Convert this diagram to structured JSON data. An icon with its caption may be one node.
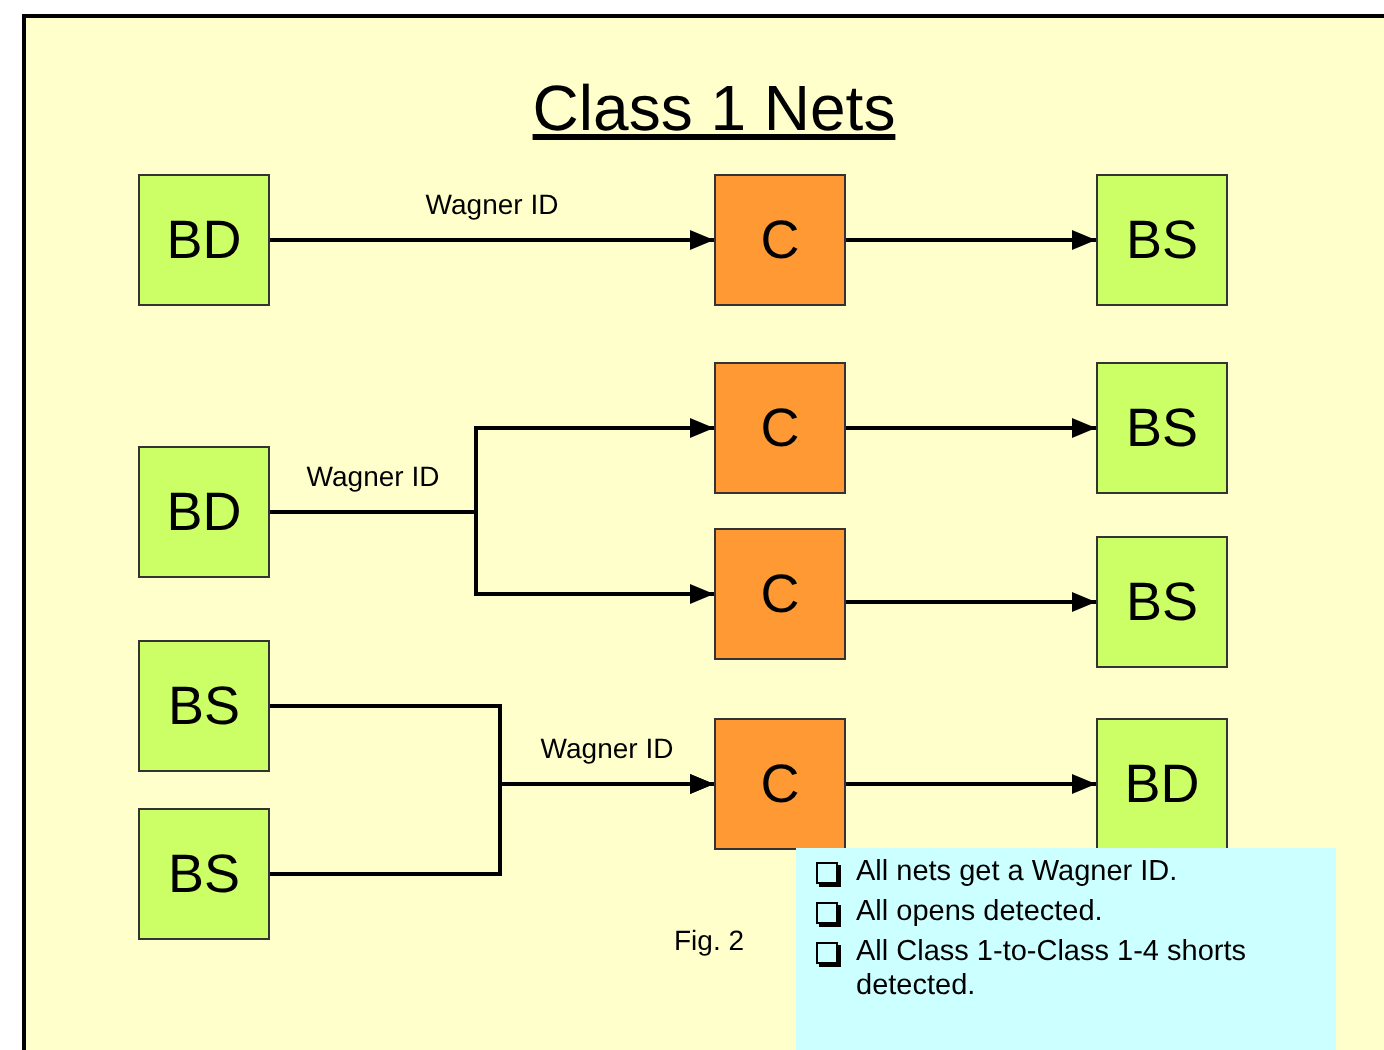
{
  "diagram": {
    "title": "Class 1 Nets",
    "nodes": [
      {
        "text": [
          "BD"
        ]
      },
      {
        "text": [
          "C"
        ]
      },
      {
        "text": [
          "BS"
        ]
      },
      {
        "text": [
          "BD"
        ]
      },
      {
        "text": [
          "C"
        ]
      },
      {
        "text": [
          "BS"
        ]
      },
      {
        "text": [
          "C"
        ]
      },
      {
        "text": [
          "BS"
        ]
      },
      {
        "text": [
          "BS"
        ]
      },
      {
        "text": [
          "BS"
        ]
      },
      {
        "text": [
          "C"
        ]
      },
      {
        "text": [
          "BD"
        ]
      },
      {
        "text": [
          "All nets get a Wagner ID.",
          "All opens detected.",
          "All Class 1-to-Class 1-4 shorts detected."
        ]
      }
    ],
    "edges": [
      {
        "from": 0,
        "to": 1,
        "arrow": "to",
        "label": "Wagner ID"
      },
      {
        "from": 1,
        "to": 2,
        "arrow": "to"
      },
      {
        "from": 3,
        "to": 4,
        "arrow": "to",
        "label": "Wagner ID"
      },
      {
        "from": 3,
        "to": 6,
        "arrow": "to"
      },
      {
        "from": 4,
        "to": 5,
        "arrow": "to"
      },
      {
        "from": 6,
        "to": 7,
        "arrow": "to"
      },
      {
        "from": 8,
        "to": 10,
        "arrow": "to",
        "label": "Wagner ID"
      },
      {
        "from": 9,
        "to": 10,
        "arrow": "to"
      },
      {
        "from": 10,
        "to": 11,
        "arrow": "to"
      }
    ],
    "labels": [
      "Fig. 2"
    ]
  }
}
